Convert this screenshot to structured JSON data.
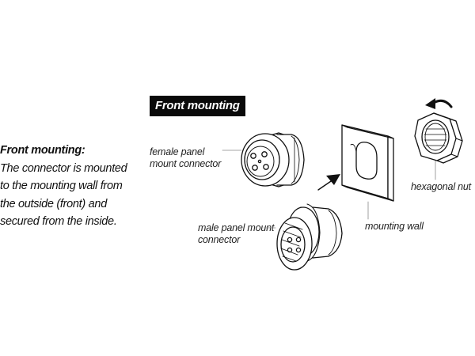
{
  "description": {
    "heading": "Front mounting:",
    "body": "The connector is mounted to the mounting wall from the outside (front) and secured from the inside."
  },
  "diagram": {
    "title": "Front mounting",
    "labels": {
      "female": "female panel mount connector",
      "male": "male panel mount connector",
      "wall": "mounting wall",
      "nut": "hexagonal nut"
    }
  },
  "colors": {
    "ink": "#111111",
    "badge_bg": "#0a0a0a",
    "badge_text": "#ffffff"
  }
}
